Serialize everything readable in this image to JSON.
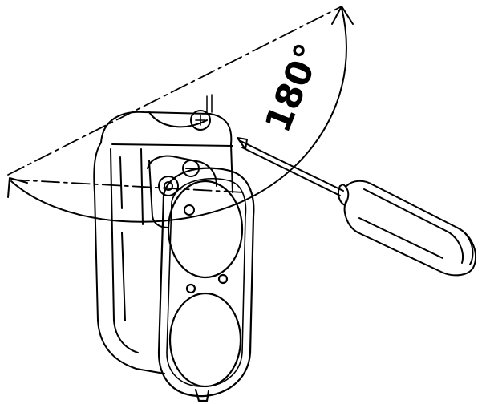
{
  "diagram": {
    "angle_label": "180°",
    "line_color": "#000000",
    "background_color": "#ffffff",
    "parts": [
      "mounting-bracket",
      "sensor-housing",
      "upper-lens",
      "lower-lens",
      "adjustment-screw",
      "screwdriver",
      "rotation-arc"
    ]
  }
}
